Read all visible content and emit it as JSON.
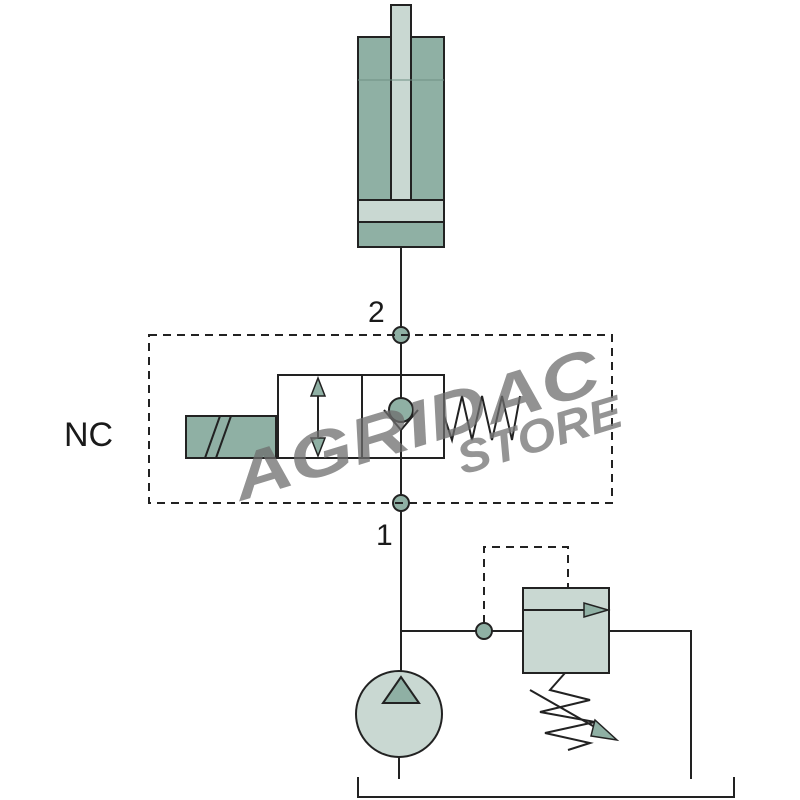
{
  "diagram": {
    "port_top_label": "2",
    "port_bottom_label": "1",
    "valve_type_label": "NC"
  },
  "watermark": {
    "word1": "AGRIDAC",
    "word2": "STORE"
  },
  "colors": {
    "fill": "#8fb0a4",
    "fill_light": "#c9d8d2",
    "stroke": "#222222",
    "watermark_dark": "#6e6e6e",
    "watermark_green": "#a9b99a"
  },
  "components": [
    "hydraulic-cylinder",
    "solenoid-valve-nc",
    "check-valve",
    "spring",
    "pump",
    "pressure-relief-valve",
    "tank"
  ]
}
